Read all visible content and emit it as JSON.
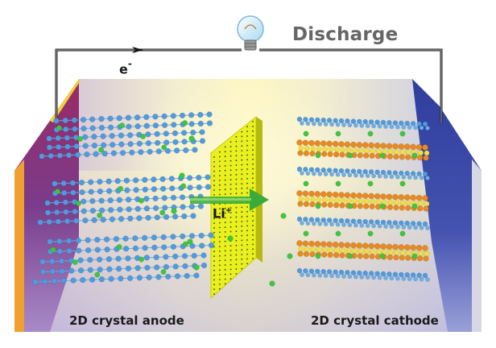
{
  "diagram": {
    "title": "Discharge",
    "electron_label": {
      "base": "e",
      "superscript": "-"
    },
    "ion_label": {
      "base": "Li",
      "superscript": "+"
    },
    "anode_label": "2D crystal anode",
    "cathode_label": "2D crystal cathode"
  },
  "colors": {
    "wire": "#222222",
    "anode_wall": "#8b2f6e",
    "anode_edge": "#f0a030",
    "cathode_wall": "#3c4aa6",
    "separator": "#e8f020",
    "atom_blue": "#4f9be0",
    "atom_green": "#3cc83c",
    "atom_orange": "#e88a20",
    "atom_yellow": "#f2e040",
    "arrow_green": "#3aaa3a"
  },
  "icons": [
    "light-bulb-icon",
    "electron-flow-arrow-icon",
    "ion-flow-arrow-icon"
  ]
}
